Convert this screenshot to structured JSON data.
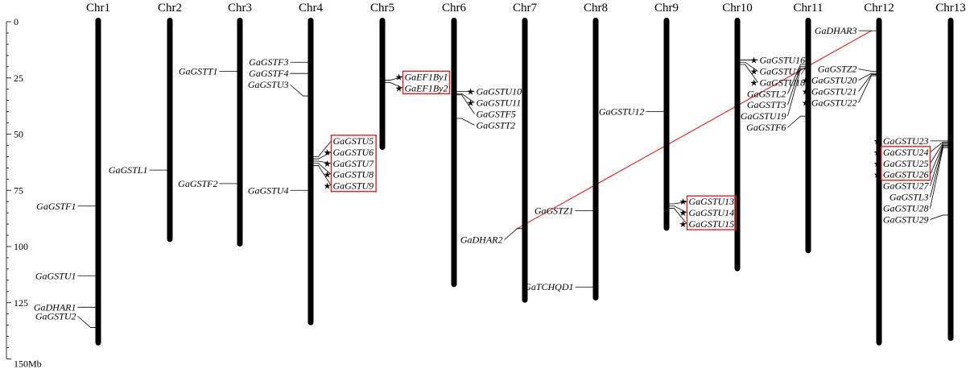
{
  "chart_data": {
    "type": "chromosome-map",
    "unit_label": "150Mb",
    "axis_ticks": [
      "0",
      "25",
      "50",
      "75",
      "100",
      "125"
    ],
    "colors": {
      "chromosome": "#000000",
      "segmental_duplication": "#e02020"
    },
    "chromosomes": [
      {
        "name": "Chr1",
        "length_mb": 144
      },
      {
        "name": "Chr2",
        "length_mb": 98
      },
      {
        "name": "Chr3",
        "length_mb": 100
      },
      {
        "name": "Chr4",
        "length_mb": 135
      },
      {
        "name": "Chr5",
        "length_mb": 57
      },
      {
        "name": "Chr6",
        "length_mb": 118
      },
      {
        "name": "Chr7",
        "length_mb": 125
      },
      {
        "name": "Chr8",
        "length_mb": 124
      },
      {
        "name": "Chr9",
        "length_mb": 93
      },
      {
        "name": "Chr10",
        "length_mb": 111
      },
      {
        "name": "Chr11",
        "length_mb": 103
      },
      {
        "name": "Chr12",
        "length_mb": 144
      },
      {
        "name": "Chr13",
        "length_mb": 142
      }
    ],
    "genes": [
      {
        "name": "GaGSTF1",
        "chr": 0,
        "pos": 82,
        "label_pos": 82,
        "side": "left"
      },
      {
        "name": "GaGSTU1",
        "chr": 0,
        "pos": 113,
        "label_pos": 113,
        "side": "left"
      },
      {
        "name": "GaDHAR1",
        "chr": 0,
        "pos": 127,
        "label_pos": 127,
        "side": "left"
      },
      {
        "name": "GaGSTU2",
        "chr": 0,
        "pos": 136,
        "label_pos": 131,
        "side": "left"
      },
      {
        "name": "GaGSTL1",
        "chr": 1,
        "pos": 66,
        "label_pos": 66,
        "side": "left"
      },
      {
        "name": "GaGSTT1",
        "chr": 2,
        "pos": 22,
        "label_pos": 22,
        "side": "left"
      },
      {
        "name": "GaGSTF2",
        "chr": 2,
        "pos": 72,
        "label_pos": 72,
        "side": "left"
      },
      {
        "name": "GaGSTF3",
        "chr": 3,
        "pos": 18,
        "label_pos": 18,
        "side": "left"
      },
      {
        "name": "GaGSTF4",
        "chr": 3,
        "pos": 23,
        "label_pos": 23,
        "side": "left"
      },
      {
        "name": "GaGSTU3",
        "chr": 3,
        "pos": 33,
        "label_pos": 28,
        "side": "left"
      },
      {
        "name": "GaGSTU4",
        "chr": 3,
        "pos": 75,
        "label_pos": 75,
        "side": "left"
      },
      {
        "name": "GaGSTU5",
        "chr": 3,
        "pos": 60,
        "label_pos": 53,
        "side": "right"
      },
      {
        "name": "GaGSTU6",
        "chr": 3,
        "pos": 61,
        "label_pos": 58,
        "side": "right"
      },
      {
        "name": "GaGSTU7",
        "chr": 3,
        "pos": 62,
        "label_pos": 63,
        "side": "right"
      },
      {
        "name": "GaGSTU8",
        "chr": 3,
        "pos": 63,
        "label_pos": 68,
        "side": "right"
      },
      {
        "name": "GaGSTU9",
        "chr": 3,
        "pos": 64,
        "label_pos": 73,
        "side": "right"
      },
      {
        "name": "GaEF1By1",
        "chr": 4,
        "pos": 26,
        "label_pos": 24.5,
        "side": "right"
      },
      {
        "name": "GaEF1By2",
        "chr": 4,
        "pos": 27,
        "label_pos": 29.5,
        "side": "right"
      },
      {
        "name": "GaGSTU10",
        "chr": 5,
        "pos": 31,
        "label_pos": 31,
        "side": "right"
      },
      {
        "name": "GaGSTU11",
        "chr": 5,
        "pos": 32,
        "label_pos": 36,
        "side": "right"
      },
      {
        "name": "GaGSTF5",
        "chr": 5,
        "pos": 32.5,
        "label_pos": 41,
        "side": "right"
      },
      {
        "name": "GaGSTT2",
        "chr": 5,
        "pos": 43,
        "label_pos": 46,
        "side": "right"
      },
      {
        "name": "GaDHAR2",
        "chr": 6,
        "pos": 92,
        "label_pos": 97,
        "side": "left"
      },
      {
        "name": "GaGSTZ1",
        "chr": 7,
        "pos": 84,
        "label_pos": 84,
        "side": "left"
      },
      {
        "name": "GaTCHQD1",
        "chr": 7,
        "pos": 118,
        "label_pos": 118,
        "side": "left"
      },
      {
        "name": "GaGSTU12",
        "chr": 8,
        "pos": 40,
        "label_pos": 40,
        "side": "left"
      },
      {
        "name": "GaGSTU13",
        "chr": 8,
        "pos": 81,
        "label_pos": 80,
        "side": "right"
      },
      {
        "name": "GaGSTU14",
        "chr": 8,
        "pos": 82,
        "label_pos": 85,
        "side": "right"
      },
      {
        "name": "GaGSTU15",
        "chr": 8,
        "pos": 83,
        "label_pos": 90,
        "side": "right"
      },
      {
        "name": "GaGSTU16",
        "chr": 9,
        "pos": 17,
        "label_pos": 17,
        "side": "right"
      },
      {
        "name": "GaGSTU17",
        "chr": 9,
        "pos": 18,
        "label_pos": 22,
        "side": "right"
      },
      {
        "name": "GaGSTU18",
        "chr": 9,
        "pos": 19,
        "label_pos": 27,
        "side": "right"
      },
      {
        "name": "GaDHAR3",
        "chr": 11,
        "pos": 4,
        "label_pos": 4,
        "side": "left"
      },
      {
        "name": "GaGSTL2",
        "chr": 10,
        "pos": 19,
        "label_pos": 32,
        "side": "left"
      },
      {
        "name": "GaGSTT3",
        "chr": 10,
        "pos": 20,
        "label_pos": 37,
        "side": "left"
      },
      {
        "name": "GaGSTU19",
        "chr": 10,
        "pos": 21,
        "label_pos": 42,
        "side": "left"
      },
      {
        "name": "GaGSTF6",
        "chr": 10,
        "pos": 42,
        "label_pos": 47,
        "side": "left"
      },
      {
        "name": "GaGSTZ2",
        "chr": 11,
        "pos": 22,
        "label_pos": 21,
        "side": "left"
      },
      {
        "name": "GaGSTU20",
        "chr": 11,
        "pos": 23,
        "label_pos": 26,
        "side": "left"
      },
      {
        "name": "GaGSTU21",
        "chr": 11,
        "pos": 23.5,
        "label_pos": 31,
        "side": "left"
      },
      {
        "name": "GaGSTU22",
        "chr": 11,
        "pos": 24,
        "label_pos": 36,
        "side": "left"
      },
      {
        "name": "GaGSTU23",
        "chr": 12,
        "pos": 53,
        "label_pos": 53,
        "side": "left"
      },
      {
        "name": "GaGSTU24",
        "chr": 12,
        "pos": 53.5,
        "label_pos": 58,
        "side": "left"
      },
      {
        "name": "GaGSTU25",
        "chr": 12,
        "pos": 54,
        "label_pos": 63,
        "side": "left"
      },
      {
        "name": "GaGSTU26",
        "chr": 12,
        "pos": 54.5,
        "label_pos": 68,
        "side": "left"
      },
      {
        "name": "GaGSTU27",
        "chr": 12,
        "pos": 55,
        "label_pos": 73,
        "side": "left"
      },
      {
        "name": "GaGSTL3",
        "chr": 12,
        "pos": 55.5,
        "label_pos": 78,
        "side": "left"
      },
      {
        "name": "GaGSTU28",
        "chr": 12,
        "pos": 56,
        "label_pos": 83,
        "side": "left"
      },
      {
        "name": "GaGSTU29",
        "chr": 12,
        "pos": 86,
        "label_pos": 88,
        "side": "left"
      }
    ],
    "starred_genes": [
      "GaEF1By1",
      "GaEF1By2",
      "GaGSTU6",
      "GaGSTU7",
      "GaGSTU8",
      "GaGSTU9",
      "GaGSTU10",
      "GaGSTU11",
      "GaGSTU13",
      "GaGSTU14",
      "GaGSTU15",
      "GaGSTU16",
      "GaGSTU17",
      "GaGSTU18",
      "GaGSTU20",
      "GaGSTU21",
      "GaGSTU22",
      "GaGSTU23",
      "GaGSTU24",
      "GaGSTU25",
      "GaGSTU26"
    ],
    "tandem_clusters": [
      [
        "GaGSTU5",
        "GaGSTU6",
        "GaGSTU7",
        "GaGSTU8",
        "GaGSTU9"
      ],
      [
        "GaEF1By1",
        "GaEF1By2"
      ],
      [
        "GaGSTU13",
        "GaGSTU14",
        "GaGSTU15"
      ],
      [
        "GaGSTU24",
        "GaGSTU25",
        "GaGSTU26"
      ]
    ],
    "segmental_duplications": [
      {
        "gene_a": "GaDHAR2",
        "gene_b": "GaDHAR3"
      }
    ]
  }
}
